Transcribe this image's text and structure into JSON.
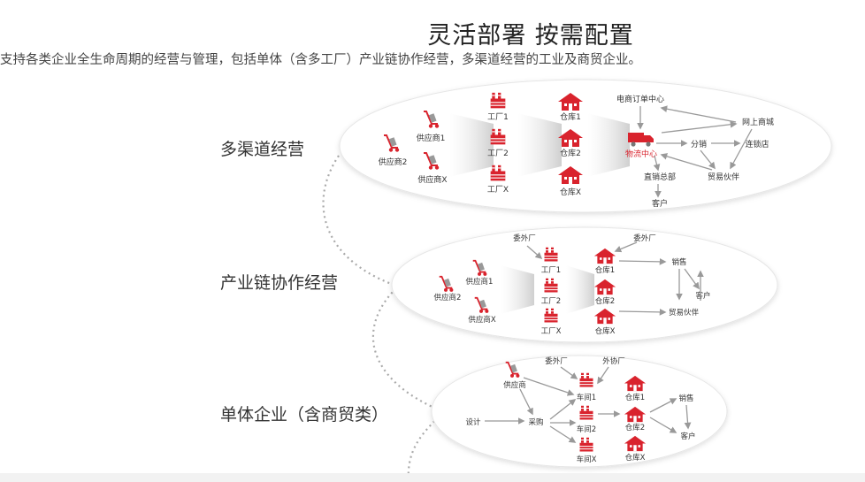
{
  "header": {
    "title": "灵活部署 按需配置",
    "subtitle": "支持各类企业全生命周期的经营与管理，包括单体（含多工厂）产业链协作经营，多渠道经营的工业及商贸企业。"
  },
  "rows": {
    "row1": {
      "label": "多渠道经营",
      "suppliers": [
        "供应商1",
        "供应商2",
        "供应商X"
      ],
      "factories": [
        "工厂1",
        "工厂2",
        "工厂X"
      ],
      "warehouses": [
        "仓库1",
        "仓库2",
        "仓库X"
      ],
      "hub": "物流中心",
      "ecommerce": "电商订单中心",
      "online_mall": "网上商城",
      "distribution": "分销",
      "chain_store": "连锁店",
      "direct_hq": "直销总部",
      "trade_partner": "贸易伙伴",
      "customer": "客户"
    },
    "row2": {
      "label": "产业链协作经营",
      "suppliers": [
        "供应商1",
        "供应商2",
        "供应商X"
      ],
      "outsource_top": "委外厂",
      "outsource_right": "委外厂",
      "factories": [
        "工厂1",
        "工厂2",
        "工厂X"
      ],
      "warehouses": [
        "仓库1",
        "仓库2",
        "仓库X"
      ],
      "sales": "销售",
      "customer": "客户",
      "trade_partner": "贸易伙伴"
    },
    "row3": {
      "label": "单体企业（含商贸类）",
      "supplier": "供应商",
      "outsource": "委外厂",
      "coop": "外协厂",
      "design": "设计",
      "purchase": "采购",
      "workshops": [
        "车间1",
        "车间2",
        "车间X"
      ],
      "warehouses": [
        "仓库1",
        "仓库2",
        "仓库X"
      ],
      "sales": "销售",
      "customer": "客户"
    }
  },
  "colors": {
    "accent": "#d9232d",
    "gray": "#999999",
    "ellipse_fill": "#ffffff",
    "ellipse_stroke": "#dddddd"
  },
  "icons": {
    "factory": "factory-icon",
    "warehouse": "warehouse-icon",
    "cart": "hand-truck-icon",
    "truck": "delivery-truck-icon"
  }
}
